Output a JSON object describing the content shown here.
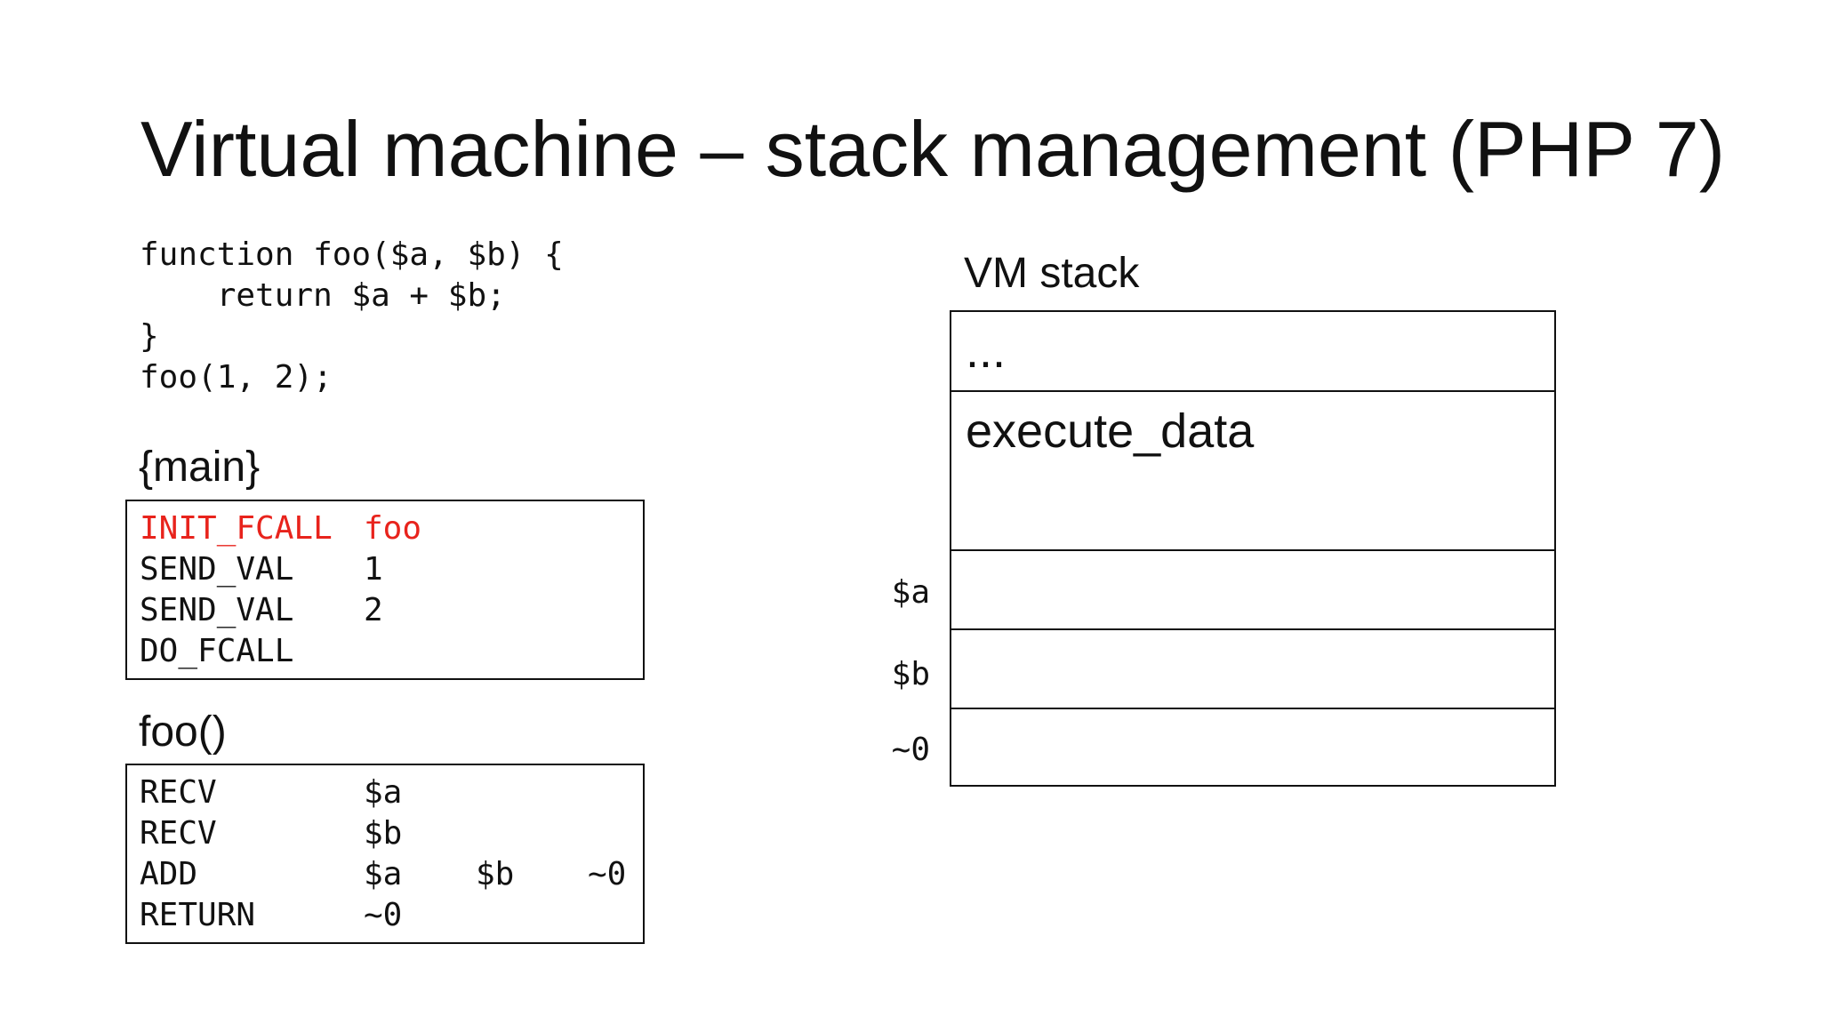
{
  "slide": {
    "title": "Virtual machine – stack management (PHP 7)",
    "source_code": [
      "function foo($a, $b) {",
      "    return $a + $b;",
      "}",
      "foo(1, 2);"
    ],
    "main_block": {
      "heading": "{main}",
      "rows": [
        {
          "op": "INIT_FCALL",
          "args": [
            "foo",
            "",
            ""
          ],
          "highlighted": true
        },
        {
          "op": "SEND_VAL",
          "args": [
            "1",
            "",
            ""
          ],
          "highlighted": false
        },
        {
          "op": "SEND_VAL",
          "args": [
            "2",
            "",
            ""
          ],
          "highlighted": false
        },
        {
          "op": "DO_FCALL",
          "args": [
            "",
            "",
            ""
          ],
          "highlighted": false
        }
      ]
    },
    "foo_block": {
      "heading": "foo()",
      "rows": [
        {
          "op": "RECV",
          "args": [
            "$a",
            "",
            ""
          ]
        },
        {
          "op": "RECV",
          "args": [
            "$b",
            "",
            ""
          ]
        },
        {
          "op": "ADD",
          "args": [
            "$a",
            "$b",
            "~0"
          ]
        },
        {
          "op": "RETURN",
          "args": [
            "~0",
            "",
            ""
          ]
        }
      ]
    },
    "vm_stack": {
      "heading": "VM stack",
      "slots": [
        {
          "text": "...",
          "side_label": ""
        },
        {
          "text": "execute_data",
          "side_label": ""
        },
        {
          "text": "",
          "side_label": "$a"
        },
        {
          "text": "",
          "side_label": "$b"
        },
        {
          "text": "",
          "side_label": "~0"
        }
      ]
    },
    "colors": {
      "highlight": "#e8231c",
      "text": "#111111",
      "border": "#111111",
      "background": "#ffffff"
    }
  }
}
